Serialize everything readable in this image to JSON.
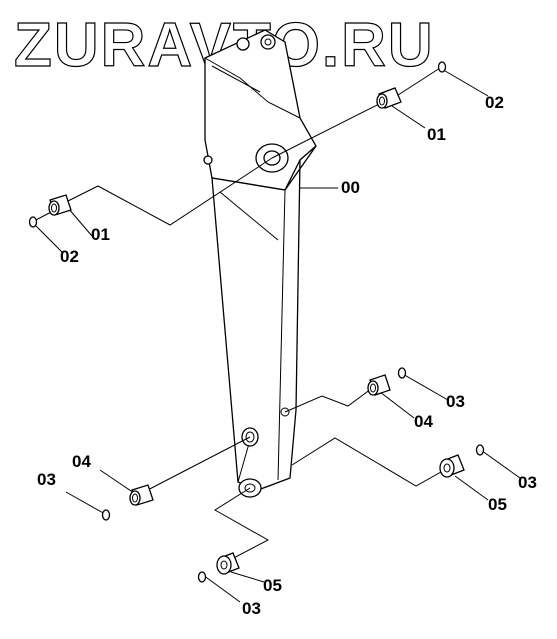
{
  "watermark": "ZURAVTO.RU",
  "callouts": {
    "arm": "00",
    "bushing_right_top": "01",
    "ring_right_top": "02",
    "bushing_left_top": "01",
    "ring_left_top": "02",
    "bushing_right_mid": "04",
    "ring_right_mid": "03",
    "flanged_right_low": "05",
    "ring_right_low": "03",
    "bushing_left_low": "04",
    "ring_left_low": "03",
    "flanged_bottom": "05",
    "ring_bottom": "03"
  }
}
